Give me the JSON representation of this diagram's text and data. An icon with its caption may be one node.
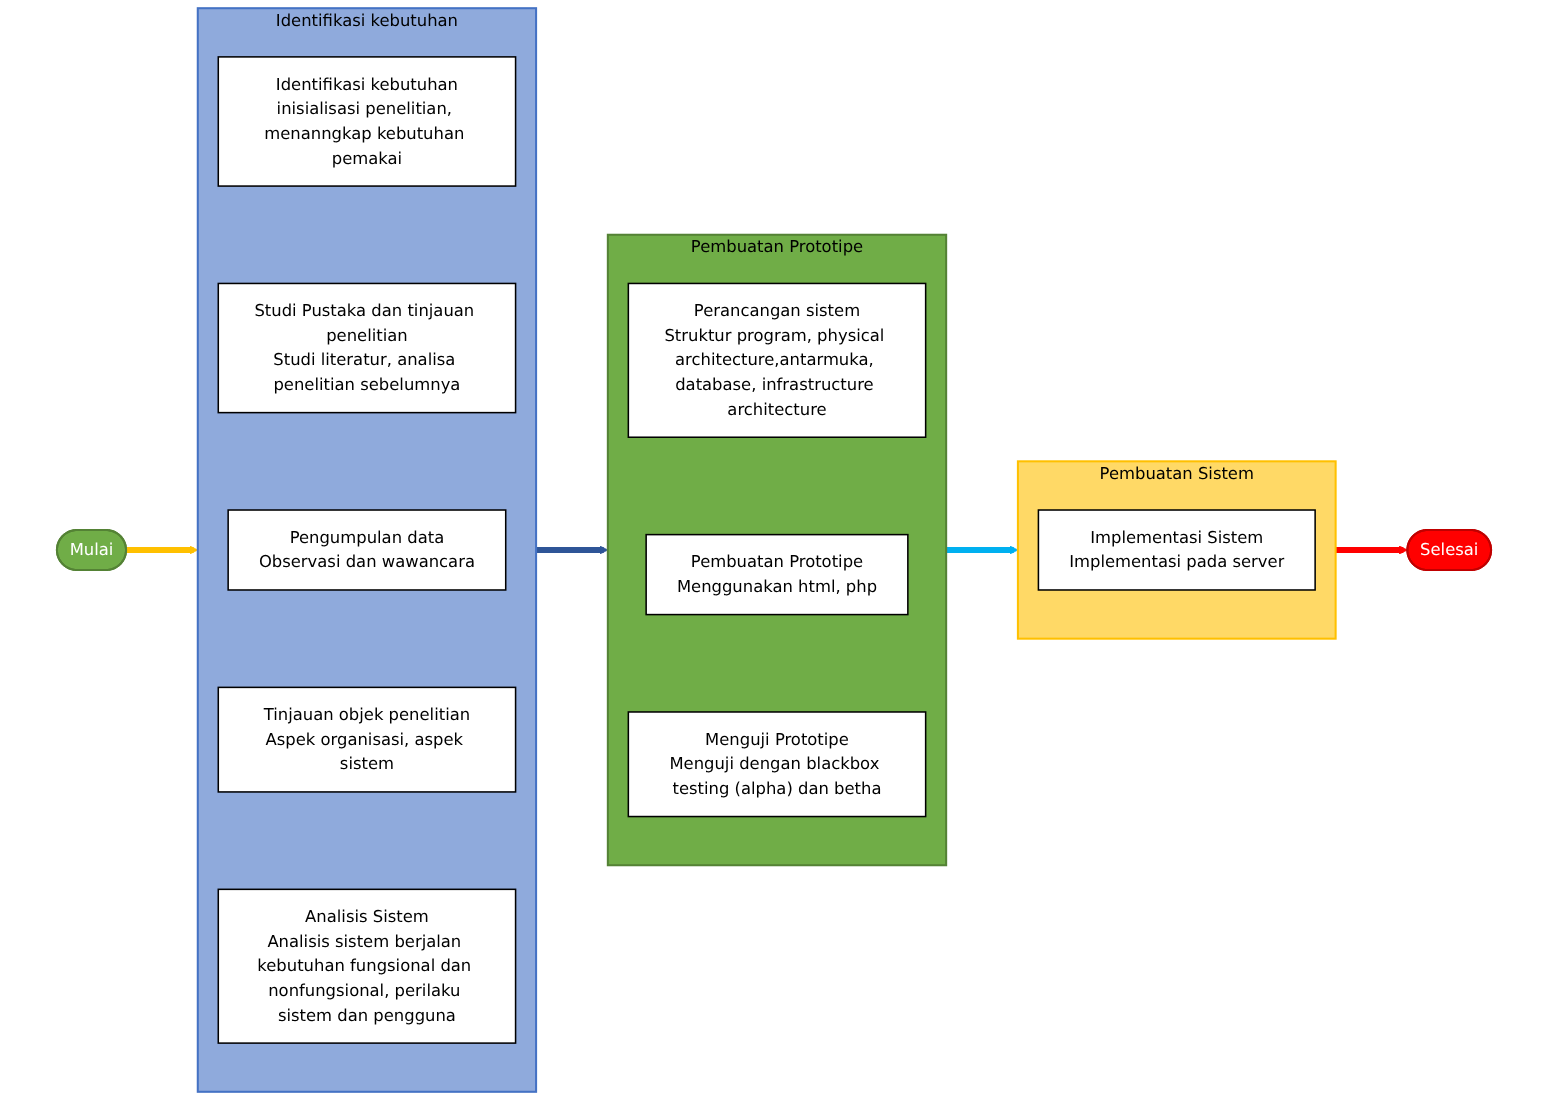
{
  "diagram": {
    "nodes": [
      {
        "text": [
          "Mulai"
        ]
      },
      {
        "text": [
          "Identifikasi kebutuhan"
        ]
      },
      {
        "text": [
          "Identifikasi kebutuhan",
          "inisialisasi penelitian, menanngkap kebutuhan pemakai"
        ],
        "in": 1
      },
      {
        "text": [
          "Studi Pustaka dan tinjauan penelitian",
          "Studi literatur, analisa penelitian sebelumnya"
        ],
        "in": 1
      },
      {
        "text": [
          "Pengumpulan data",
          "Observasi dan wawancara"
        ],
        "in": 1
      },
      {
        "text": [
          "Tinjauan objek penelitian",
          "Aspek organisasi, aspek sistem"
        ],
        "in": 1
      },
      {
        "text": [
          "Analisis Sistem",
          "Analisis sistem berjalan kebutuhan fungsional dan nonfungsional, perilaku sistem dan pengguna"
        ],
        "in": 1
      },
      {
        "text": [
          "Pembuatan Prototipe"
        ]
      },
      {
        "text": [
          "Perancangan sistem",
          "Struktur program, physical architecture,antarmuka, database, infrastructure architecture"
        ],
        "in": 7
      },
      {
        "text": [
          "Pembuatan Prototipe",
          "Menggunakan html, php"
        ],
        "in": 7
      },
      {
        "text": [
          "Menguji Prototipe",
          "Menguji dengan blackbox testing (alpha) dan betha"
        ],
        "in": 7
      },
      {
        "text": [
          "Pembuatan Sistem"
        ]
      },
      {
        "text": [
          "Implementasi Sistem",
          "Implementasi pada server"
        ],
        "in": 11
      },
      {
        "text": [
          "Selesai"
        ]
      }
    ],
    "edges": [
      {
        "from": 0,
        "to": 1,
        "arrow": "to",
        "color": "#ffc000"
      },
      {
        "from": 1,
        "to": 7,
        "arrow": "to",
        "color": "#2f5597"
      },
      {
        "from": 7,
        "to": 11,
        "arrow": "to",
        "color": "#00b0f0"
      },
      {
        "from": 11,
        "to": 13,
        "arrow": "to",
        "color": "#ff0000"
      }
    ]
  }
}
